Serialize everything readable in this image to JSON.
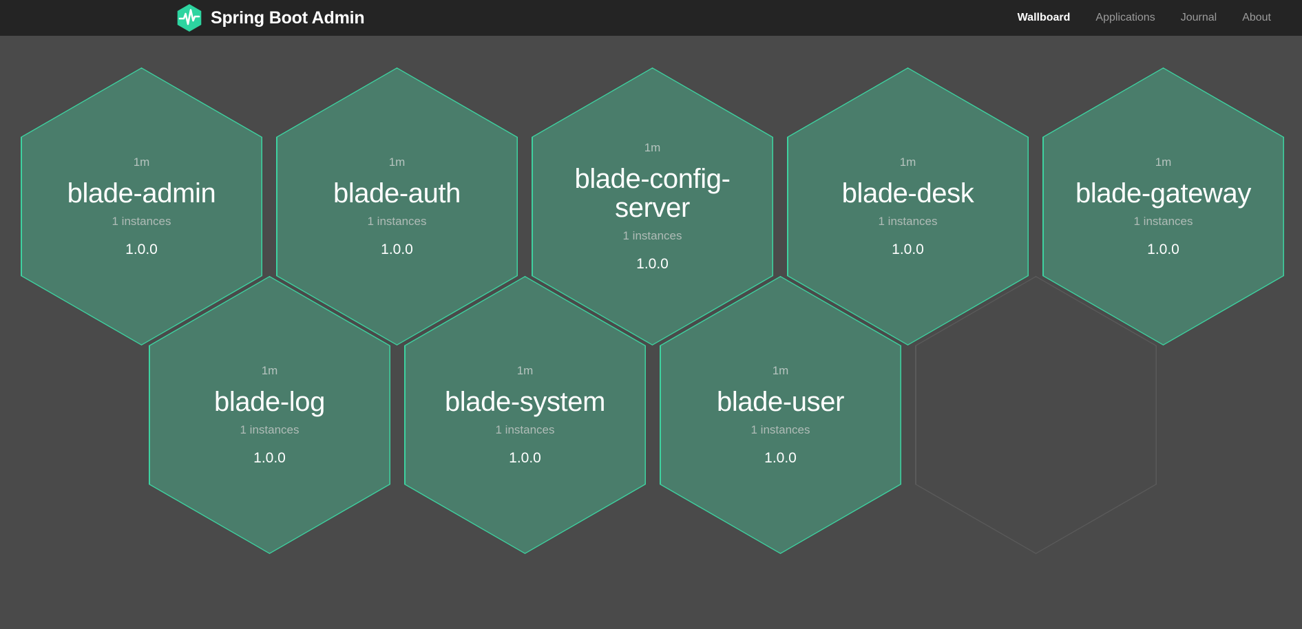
{
  "header": {
    "brand": {
      "title": "Spring Boot Admin",
      "logo_icon": "heartbeat-hexagon-logo",
      "logo_color": "#2dd4a0"
    },
    "nav": [
      {
        "label": "Wallboard",
        "active": true
      },
      {
        "label": "Applications",
        "active": false
      },
      {
        "label": "Journal",
        "active": false
      },
      {
        "label": "About",
        "active": false
      }
    ]
  },
  "theme": {
    "background": "#4a4a4a",
    "navbar_background": "#242424",
    "hex_fill": "#4a7d6b",
    "hex_border": "#3ed2a0",
    "empty_hex_border": "#5a5a5a",
    "text_primary": "#ffffff",
    "text_muted": "#b0bcb7"
  },
  "wallboard": {
    "applications": [
      {
        "uptime": "1m",
        "name": "blade-admin",
        "instances": "1 instances",
        "version": "1.0.0",
        "status": "up"
      },
      {
        "uptime": "1m",
        "name": "blade-auth",
        "instances": "1 instances",
        "version": "1.0.0",
        "status": "up"
      },
      {
        "uptime": "1m",
        "name": "blade-config-server",
        "instances": "1 instances",
        "version": "1.0.0",
        "status": "up"
      },
      {
        "uptime": "1m",
        "name": "blade-desk",
        "instances": "1 instances",
        "version": "1.0.0",
        "status": "up"
      },
      {
        "uptime": "1m",
        "name": "blade-gateway",
        "instances": "1 instances",
        "version": "1.0.0",
        "status": "up"
      },
      {
        "uptime": "1m",
        "name": "blade-log",
        "instances": "1 instances",
        "version": "1.0.0",
        "status": "up"
      },
      {
        "uptime": "1m",
        "name": "blade-system",
        "instances": "1 instances",
        "version": "1.0.0",
        "status": "up"
      },
      {
        "uptime": "1m",
        "name": "blade-user",
        "instances": "1 instances",
        "version": "1.0.0",
        "status": "up"
      }
    ]
  }
}
